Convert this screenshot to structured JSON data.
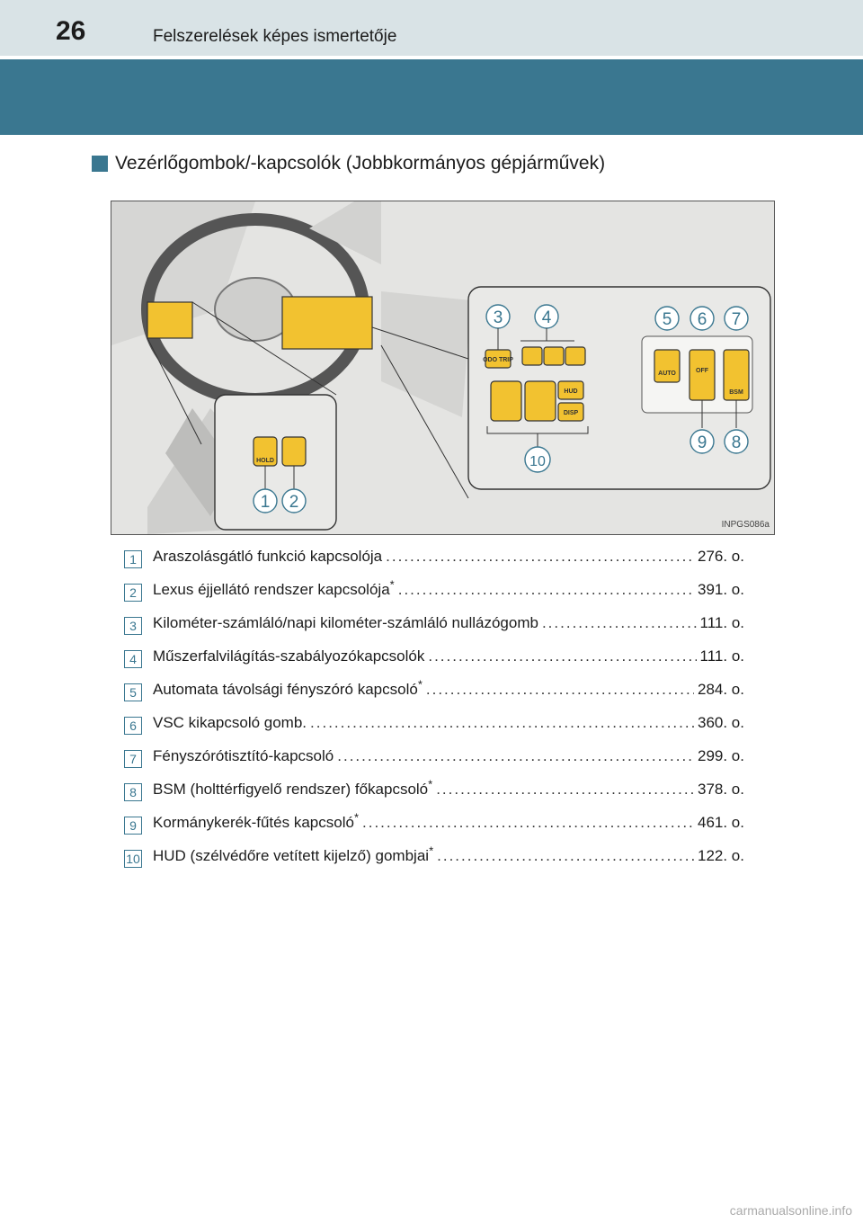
{
  "header": {
    "page_number": "26",
    "running_title": "Felszerelések képes ismertetője"
  },
  "section": {
    "title": "Vezérlőgombok/-kapcsolók (Jobbkormányos gépjárművek)"
  },
  "figure": {
    "code": "INPGS086a",
    "callouts": [
      "1",
      "2",
      "3",
      "4",
      "5",
      "6",
      "7",
      "8",
      "9",
      "10"
    ],
    "switch_labels": {
      "hold": "HOLD",
      "odo_trip": "ODO TRIP",
      "hud": "HUD",
      "disp": "DISP",
      "auto": "AUTO",
      "off": "OFF",
      "bsm": "BSM"
    }
  },
  "items": [
    {
      "num": "1",
      "label": "Araszolásgátló funkció kapcsolója",
      "star": "",
      "page": "276. o."
    },
    {
      "num": "2",
      "label": "Lexus éjjellátó rendszer kapcsolója",
      "star": "*",
      "page": "391. o."
    },
    {
      "num": "3",
      "label": "Kilométer-számláló/napi kilométer-számláló nullázógomb",
      "star": "",
      "page": "111. o."
    },
    {
      "num": "4",
      "label": "Műszerfalvilágítás-szabályozókapcsolók",
      "star": "",
      "page": "111. o."
    },
    {
      "num": "5",
      "label": "Automata távolsági fényszóró kapcsoló",
      "star": "*",
      "page": "284. o."
    },
    {
      "num": "6",
      "label": "VSC kikapcsoló gomb.",
      "star": "",
      "page": "360. o."
    },
    {
      "num": "7",
      "label": "Fényszórótisztító-kapcsoló",
      "star": "",
      "page": "299. o."
    },
    {
      "num": "8",
      "label": "BSM (holttérfigyelő rendszer) főkapcsoló",
      "star": "*",
      "page": "378. o."
    },
    {
      "num": "9",
      "label": "Kormánykerék-fűtés kapcsoló",
      "star": "*",
      "page": "461. o."
    },
    {
      "num": "10",
      "label": "HUD (szélvédőre vetített kijelző) gombjai",
      "star": "*",
      "page": "122. o."
    }
  ],
  "footer": {
    "watermark": "carmanualsonline.info"
  },
  "colors": {
    "accent": "#3a7790",
    "highlight": "#f2c230",
    "strip": "#d9e3e6"
  }
}
